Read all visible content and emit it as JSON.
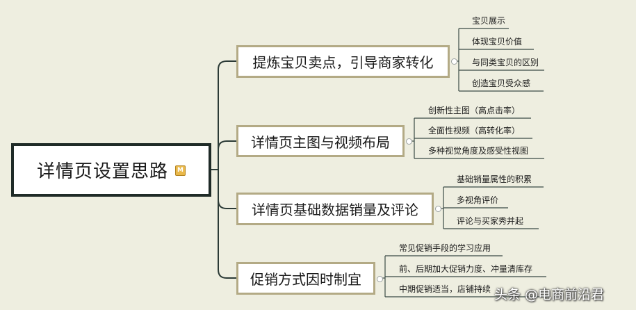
{
  "root": {
    "title": "详情页设置思路",
    "note_icon": "M"
  },
  "branches": [
    {
      "id": "b1",
      "title": "提炼宝贝卖点，引导商家转化",
      "items": [
        "宝贝展示",
        "体现宝贝价值",
        "与同类宝贝的区别",
        "创造宝贝受众感"
      ]
    },
    {
      "id": "b2",
      "title": "详情页主图与视频布局",
      "items": [
        "创新性主图（高点击率）",
        "全面性视频（高转化率）",
        "多种视觉角度及感受性视图"
      ]
    },
    {
      "id": "b3",
      "title": "详情页基础数据销量及评论",
      "items": [
        "基础销量属性的积累",
        "多视角评价",
        "评论与买家秀并起"
      ]
    },
    {
      "id": "b4",
      "title": "促销方式因时制宜",
      "items": [
        "常见促销手段的学习应用",
        "前、后期加大促销力度、冲量清库存",
        "中期促销适当，店铺持续"
      ]
    }
  ],
  "watermark": "头条 @电商前沿君",
  "colors": {
    "background": "#eeeee0",
    "root_border": "#1f2b27",
    "branch_border": "#b3aa85",
    "connector": "#2b3a36",
    "leaf_line": "#3a4a45"
  }
}
